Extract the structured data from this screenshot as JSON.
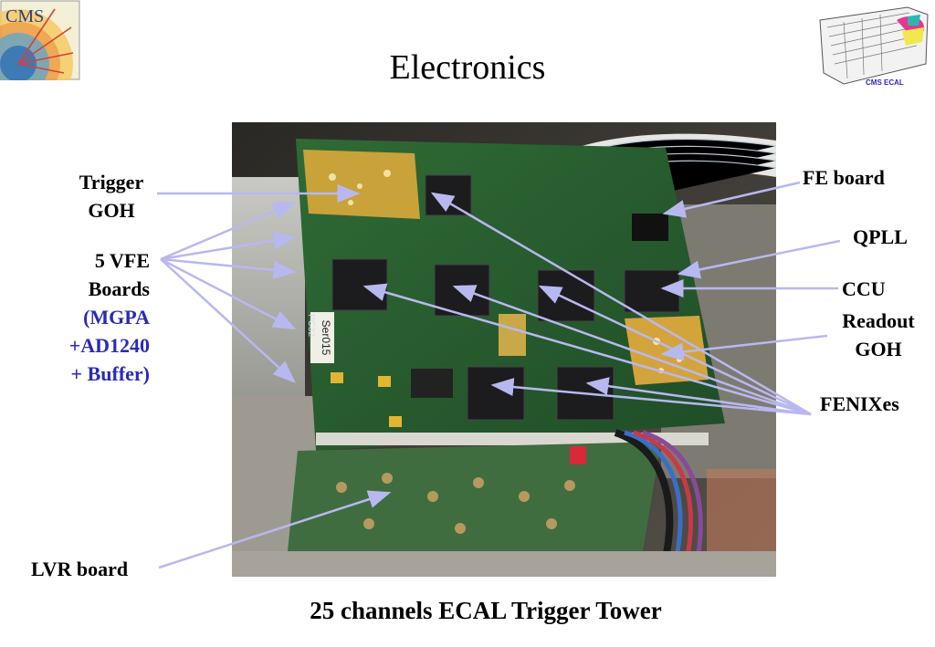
{
  "slide": {
    "title": "Electronics",
    "caption": "25 channels ECAL Trigger Tower"
  },
  "logos": {
    "cms_text": "CMS",
    "ecal_text": "CMS ECAL"
  },
  "labels_left": {
    "trigger_goh_line1": "Trigger",
    "trigger_goh_line2": "GOH",
    "vfe_line1": "5 VFE",
    "vfe_line2": "Boards",
    "vfe_sub1": "(MGPA",
    "vfe_sub2": "+AD1240",
    "vfe_sub3": "+ Buffer)",
    "lvr": "LVR board"
  },
  "labels_right": {
    "fe_board": "FE board",
    "qpll": "QPLL",
    "ccu": "CCU",
    "readout_line1": "Readout",
    "readout_line2": "GOH",
    "fenixes": "FENIXes"
  },
  "board_markings": {
    "serial": "Ser015",
    "pc_text": "PC32"
  },
  "colors": {
    "arrow": "#b8b8f0",
    "highlight_text": "#2a2ab8"
  }
}
